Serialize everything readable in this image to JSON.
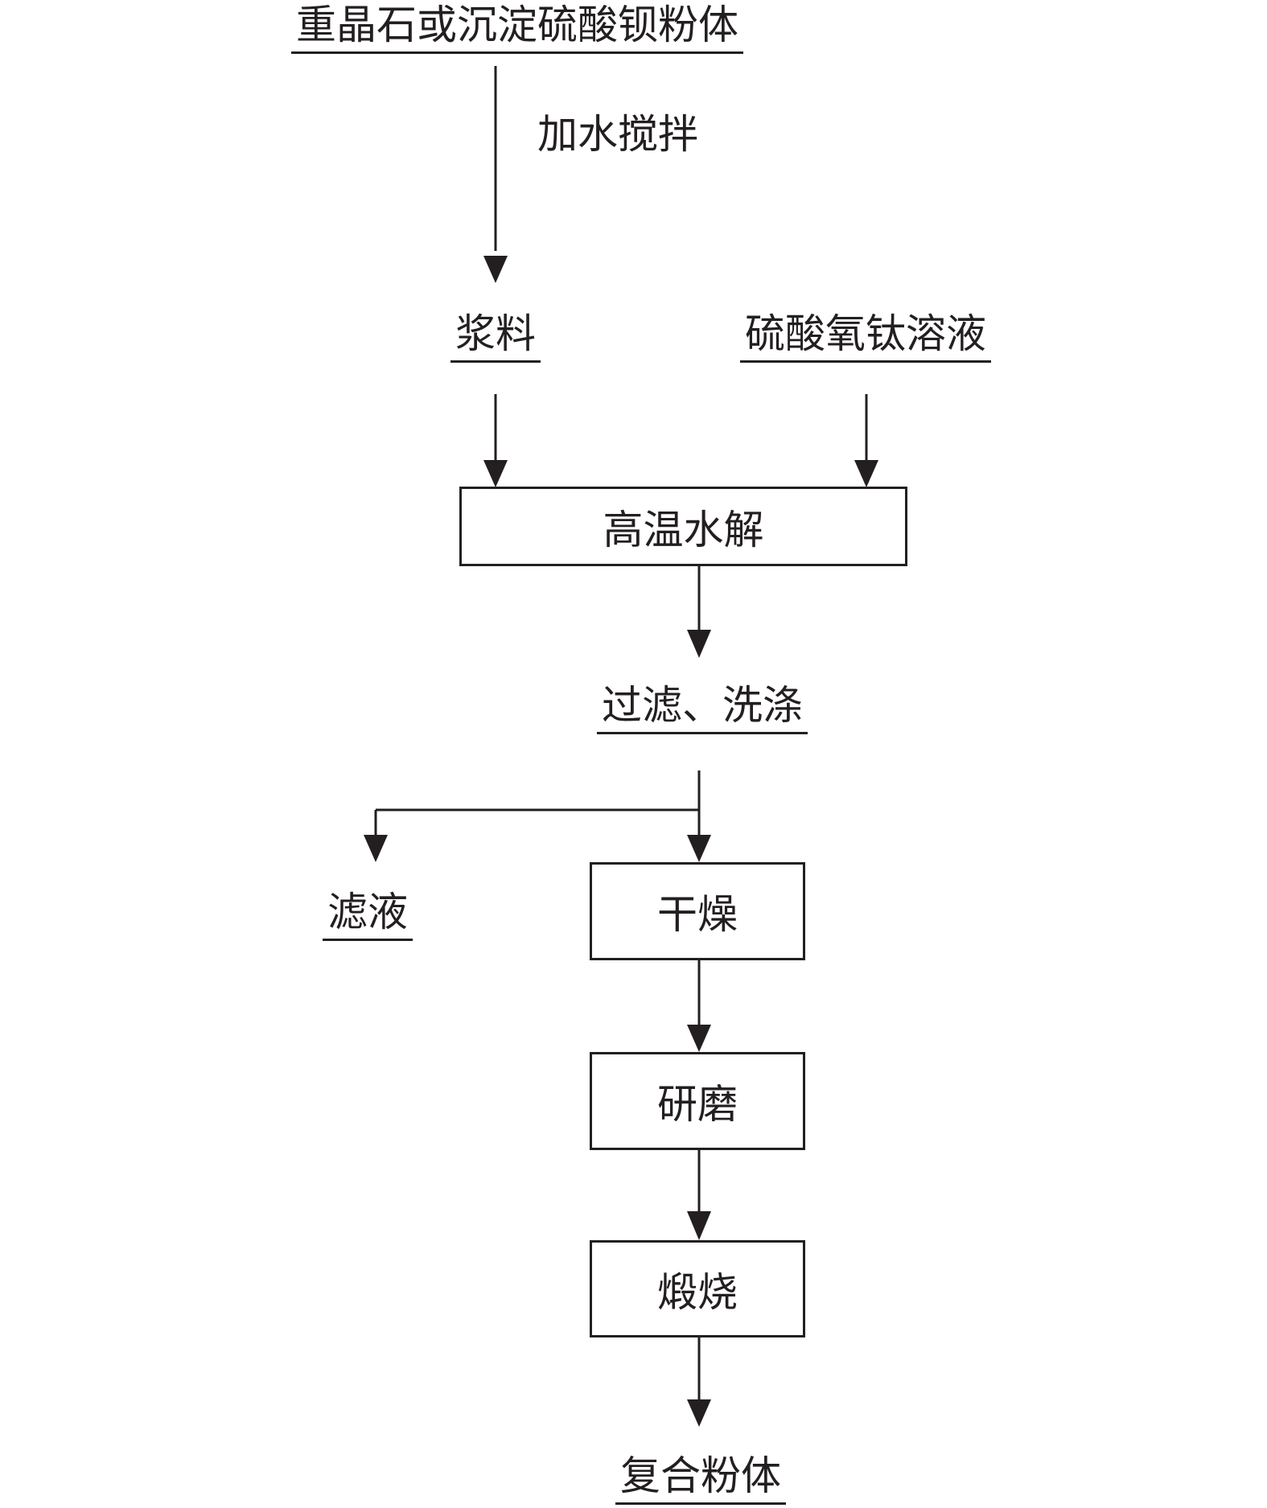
{
  "nodes": {
    "raw_material": "重晶石或沉淀硫酸钡粉体",
    "add_water_step": "加水搅拌",
    "slurry": "浆料",
    "titanyl_sulfate": "硫酸氧钛溶液",
    "hydrolysis": "高温水解",
    "filter_wash": "过滤、洗涤",
    "filtrate": "滤液",
    "drying": "干燥",
    "grinding": "研磨",
    "calcination": "煅烧",
    "product": "复合粉体"
  },
  "colors": {
    "stroke": "#231f20",
    "background": "#ffffff"
  }
}
